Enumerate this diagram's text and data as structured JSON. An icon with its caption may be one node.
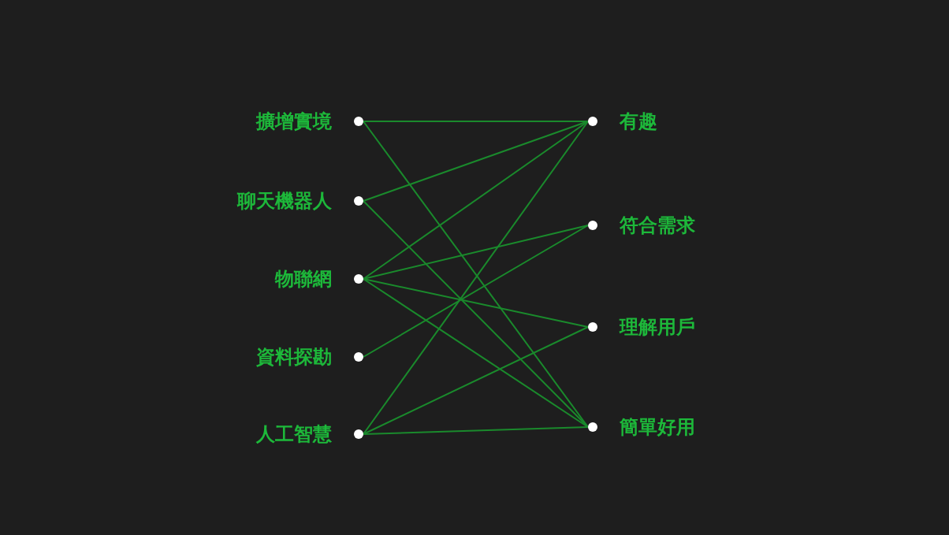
{
  "diagram": {
    "nodes": [
      {
        "text": [
          "擴增實境"
        ]
      },
      {
        "text": [
          "聊天機器人"
        ]
      },
      {
        "text": [
          "物聯網"
        ]
      },
      {
        "text": [
          "資料探勘"
        ]
      },
      {
        "text": [
          "人工智慧"
        ]
      },
      {
        "text": [
          "有趣"
        ]
      },
      {
        "text": [
          "符合需求"
        ]
      },
      {
        "text": [
          "理解用戶"
        ]
      },
      {
        "text": [
          "簡單好用"
        ]
      }
    ],
    "edges": [
      {
        "from": 0,
        "to": 5,
        "arrow": "none"
      },
      {
        "from": 0,
        "to": 8,
        "arrow": "none"
      },
      {
        "from": 1,
        "to": 5,
        "arrow": "none"
      },
      {
        "from": 1,
        "to": 8,
        "arrow": "none"
      },
      {
        "from": 2,
        "to": 5,
        "arrow": "none"
      },
      {
        "from": 2,
        "to": 6,
        "arrow": "none"
      },
      {
        "from": 2,
        "to": 7,
        "arrow": "none"
      },
      {
        "from": 2,
        "to": 8,
        "arrow": "none"
      },
      {
        "from": 3,
        "to": 6,
        "arrow": "none"
      },
      {
        "from": 4,
        "to": 5,
        "arrow": "none"
      },
      {
        "from": 4,
        "to": 7,
        "arrow": "none"
      },
      {
        "from": 4,
        "to": 8,
        "arrow": "none"
      }
    ]
  }
}
